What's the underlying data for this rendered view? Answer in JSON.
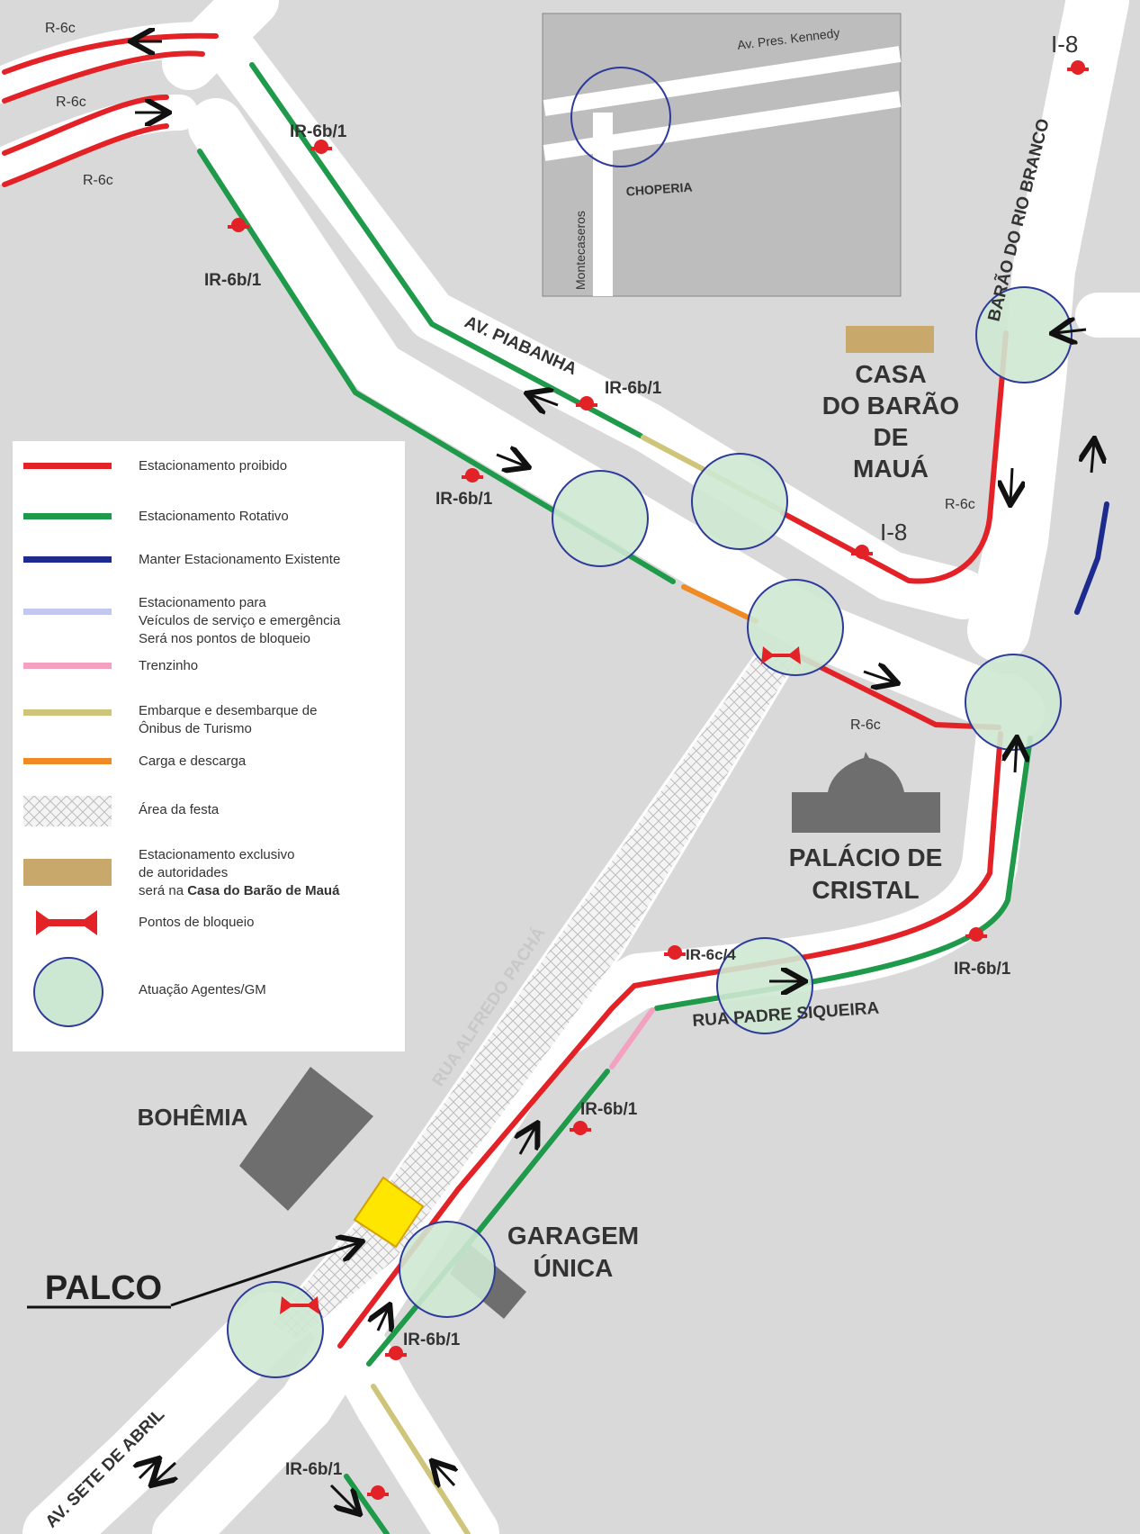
{
  "map": {
    "colors": {
      "background": "#d9d9d9",
      "road": "#ffffff",
      "prohibited": "#e32227",
      "rotative": "#1f9a4a",
      "keep_existing": "#1d2b8f",
      "emergency": "#c3c8f0",
      "trenzinho": "#f4a0c0",
      "tourism_bus": "#cfc57a",
      "loading": "#f08a24",
      "authorities": "#c8a96b",
      "agents_fill": "#cde8d2",
      "agents_stroke": "#2e3a9a",
      "stage": "#ffe600",
      "buildings": "#6e6e6e"
    },
    "places": {
      "casa_line1": "CASA",
      "casa_line2": "DO BARÃO",
      "casa_line3": "DE",
      "casa_line4": "MAUÁ",
      "palacio_line1": "PALÁCIO DE",
      "palacio_line2": "CRISTAL",
      "bohemia": "BOHÊMIA",
      "garagem_line1": "GARAGEM",
      "garagem_line2": "ÚNICA",
      "palco": "PALCO",
      "choperia": "CHOPERIA"
    },
    "streets": {
      "piabanha": "AV. PIABANHA",
      "barao_rio_branco": "BARÃO DO RIO BRANCO",
      "alfredo_pacha": "RUA ALFREDO PACHÁ",
      "padre_siqueira": "RUA PADRE SIQUEIRA",
      "sete_de_abril": "AV. SETE DE ABRIL",
      "pres_kennedy": "Av. Pres. Kennedy",
      "montecaseros": "Montecaseros"
    },
    "signs": {
      "r6c": "R-6c",
      "ir6b1": "IR-6b/1",
      "i8": "I-8",
      "ir6c4": "IR-6c/4"
    }
  },
  "legend": {
    "items": [
      {
        "label": "Estacionamento proibido",
        "color": "#e32227"
      },
      {
        "label": "Estacionamento Rotativo",
        "color": "#1f9a4a"
      },
      {
        "label": "Manter Estacionamento Existente",
        "color": "#1d2b8f"
      },
      {
        "label": "Estacionamento para\nVeículos de serviço e emergência\nSerá nos pontos de bloqueio",
        "color": "#c3c8f0"
      },
      {
        "label": "Trenzinho",
        "color": "#f4a0c0"
      },
      {
        "label": "Embarque e desembarque de\nÔnibus de Turismo",
        "color": "#cfc57a"
      },
      {
        "label": "Carga e descarga",
        "color": "#f08a24"
      },
      {
        "label": "Área da festa",
        "icon": "crosshatch-icon"
      },
      {
        "label_prefix": "Estacionamento exclusivo\nde autoridades\nserá na ",
        "label_bold": "Casa do Barão de Mauá",
        "color": "#c8a96b"
      },
      {
        "label": "Pontos de bloqueio",
        "icon": "roadblock-icon",
        "color": "#e32227"
      },
      {
        "label": "Atuação Agentes/GM",
        "icon": "agents-circle-icon"
      }
    ]
  }
}
